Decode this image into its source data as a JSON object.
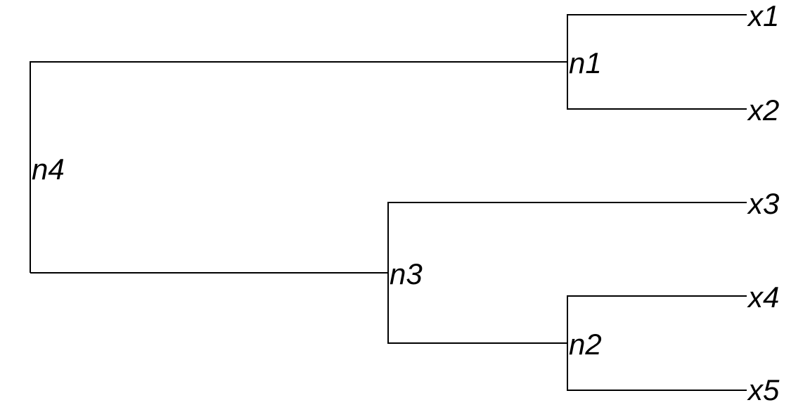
{
  "tree": {
    "leaves": [
      {
        "id": "x1",
        "label": "x1"
      },
      {
        "id": "x2",
        "label": "x2"
      },
      {
        "id": "x3",
        "label": "x3"
      },
      {
        "id": "x4",
        "label": "x4"
      },
      {
        "id": "x5",
        "label": "x5"
      }
    ],
    "internal_nodes": [
      {
        "id": "n1",
        "label": "n1",
        "children": [
          "x1",
          "x2"
        ]
      },
      {
        "id": "n2",
        "label": "n2",
        "children": [
          "x4",
          "x5"
        ]
      },
      {
        "id": "n3",
        "label": "n3",
        "children": [
          "x3",
          "n2"
        ]
      },
      {
        "id": "n4",
        "label": "n4",
        "children": [
          "n1",
          "n3"
        ]
      }
    ],
    "root": "n4",
    "colors": {
      "line": "#000000",
      "text": "#000000",
      "background": "#ffffff"
    }
  }
}
